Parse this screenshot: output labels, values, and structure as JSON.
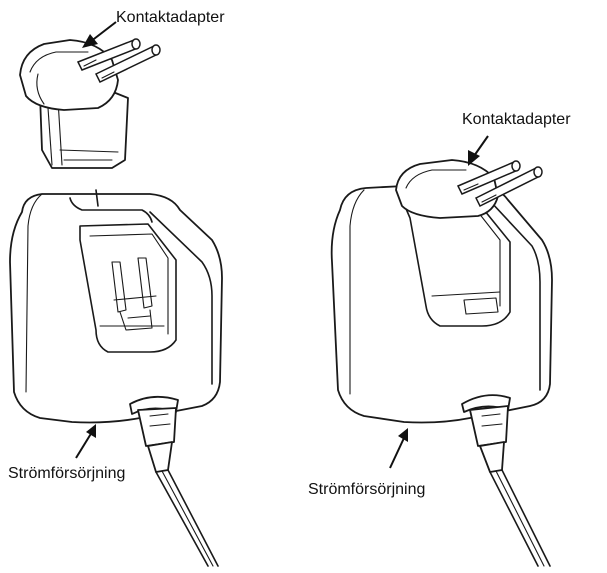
{
  "labels": {
    "left_adapter": "Kontaktadapter",
    "left_supply": "Strömförsörjning",
    "right_adapter": "Kontaktadapter",
    "right_supply": "Strömförsörjning"
  },
  "figures": [
    {
      "name": "left-assembly",
      "state": "adapter separated from power supply"
    },
    {
      "name": "right-assembly",
      "state": "adapter attached to power supply"
    }
  ]
}
